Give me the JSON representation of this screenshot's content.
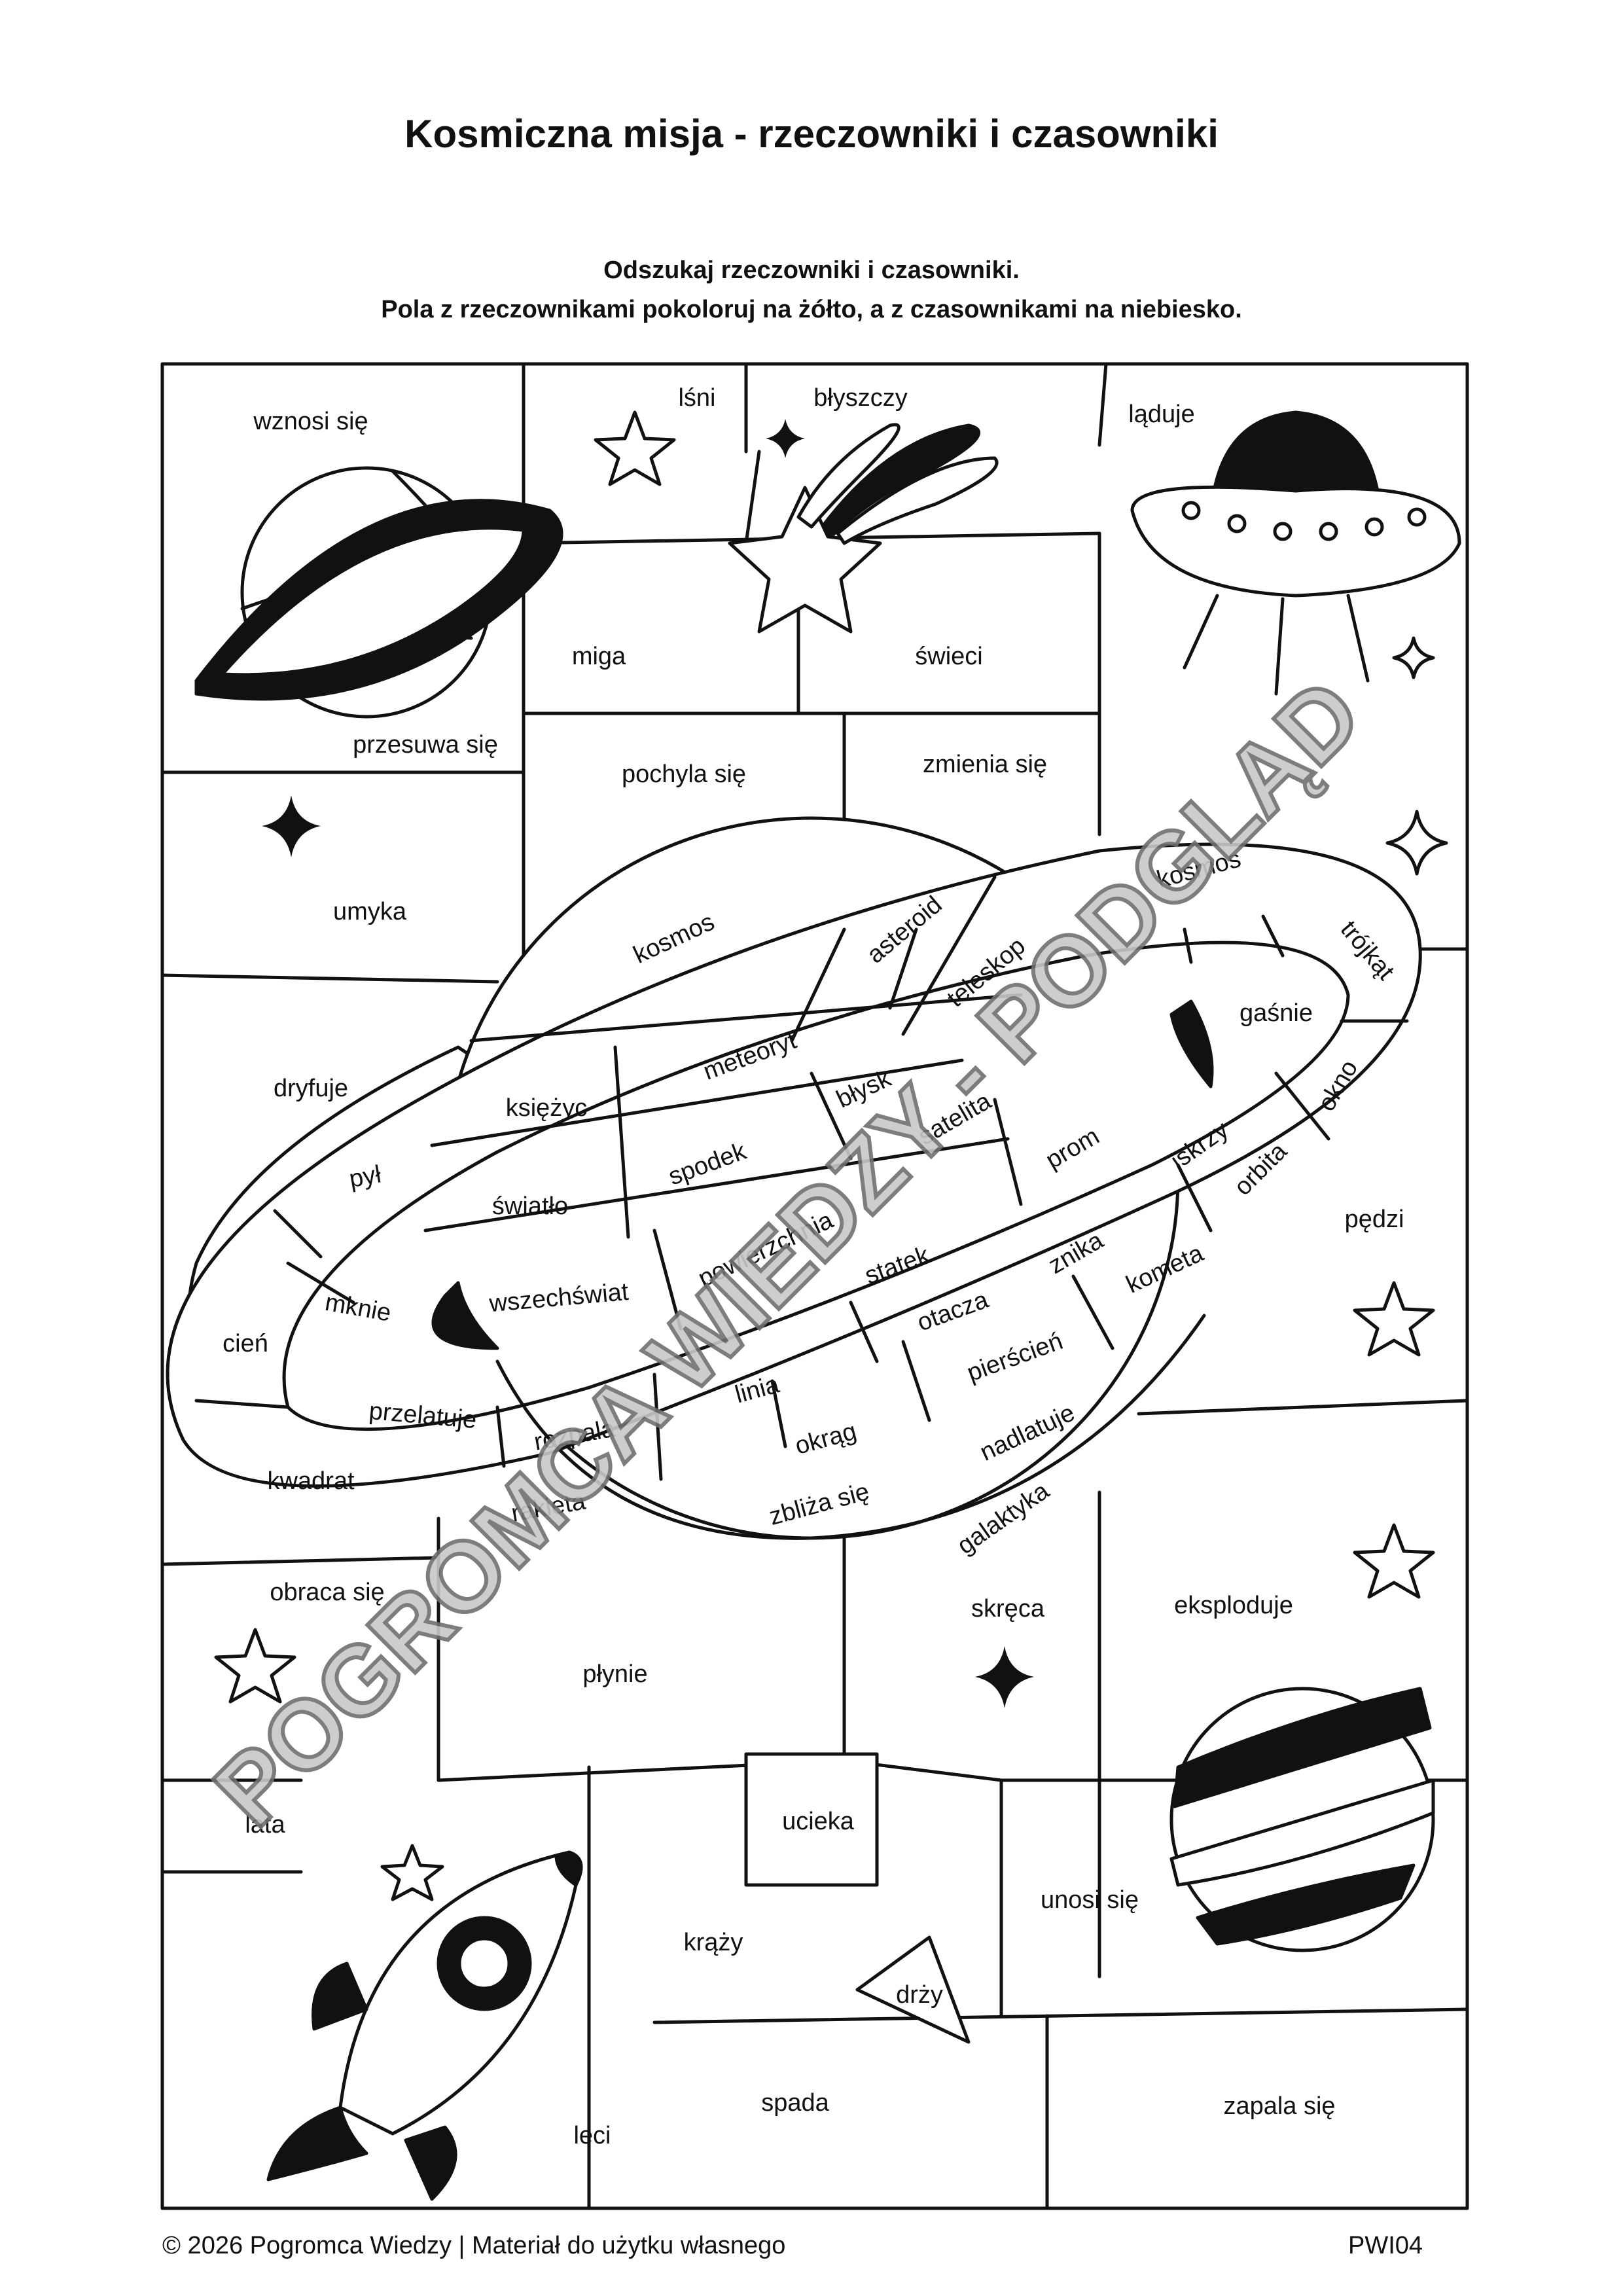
{
  "title": "Kosmiczna misja - rzeczowniki i czasowniki",
  "instructions": {
    "line1": "Odszukaj rzeczowniki i czasowniki.",
    "line2": "Pola z rzeczownikami pokoloruj na żółto, a z czasownikami na niebiesko."
  },
  "words": {
    "w01": "wznosi się",
    "w02": "lśni",
    "w03": "błyszczy",
    "w04": "ląduje",
    "w05": "miga",
    "w06": "świeci",
    "w07": "przesuwa się",
    "w08": "pochyla się",
    "w09": "zmienia się",
    "w10": "umyka",
    "w11": "kosmos",
    "w12": "asteroid",
    "w13": "teleskop",
    "w14": "meteoryt",
    "w15": "księżyc",
    "w16": "błysk",
    "w17": "spodek",
    "w18": "światło",
    "w19": "powierzchnia",
    "w20": "wszechświat",
    "w21": "prom",
    "w22": "iskrzy",
    "w23": "orbita",
    "w24": "gaśnie",
    "w25": "okno",
    "w26": "trójkąt",
    "w27": "kosmos",
    "w28": "dryfuje",
    "w29": "pył",
    "w30": "mknie",
    "w31": "cień",
    "w32": "przelatuje",
    "w33": "rozpala",
    "w34": "kwadrat",
    "w35": "rakieta",
    "w36": "okrąg",
    "w37": "zbliża się",
    "w38": "otacza",
    "w39": "znika",
    "w40": "pierścień",
    "w41": "kometa",
    "w42": "nadlatuje",
    "w43": "galaktyka",
    "w44": "pędzi",
    "w45": "obraca się",
    "w46": "płynie",
    "w47": "skręca",
    "w48": "eksploduje",
    "w49": "ucieka",
    "w50": "unosi się",
    "w51": "krąży",
    "w52": "drży",
    "w53": "leci",
    "w54": "spada",
    "w55": "zapala się",
    "w56": "satelita",
    "w57": "statek",
    "w58": "linia",
    "w59": "lata"
  },
  "watermark": "POGROMCA WIEDZY - PODGLĄD",
  "footer": {
    "copyright": "© 2026 Pogromca Wiedzy | Materiał do użytku własnego",
    "code": "PWI04"
  },
  "colors": {
    "line": "#111111",
    "watermark_fill": "#c8c8c8",
    "watermark_stroke": "#6f6f6f"
  }
}
